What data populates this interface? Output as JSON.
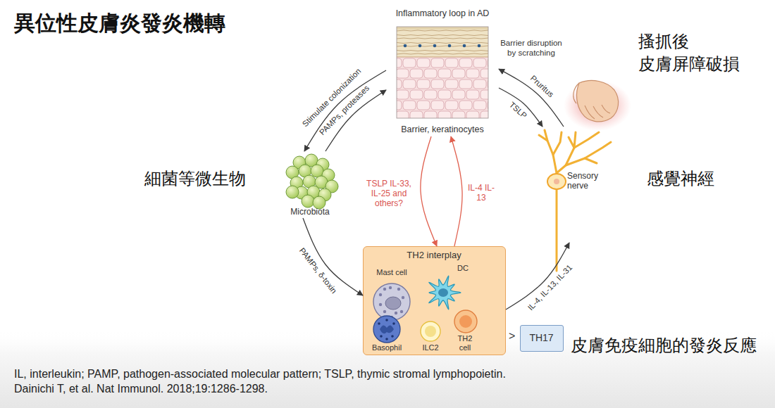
{
  "diagram": {
    "title": "異位性皮膚炎發炎機轉",
    "nodes": [
      {
        "text": [
          "Inflammatory loop in AD",
          "Barrier, keratinocytes"
        ]
      },
      {
        "text": [
          "Microbiota"
        ]
      },
      {
        "text": [
          "Sensory nerve"
        ]
      },
      {
        "text": [
          "TH2 interplay"
        ]
      },
      {
        "text": [
          "Mast cell"
        ],
        "in": 3
      },
      {
        "text": [
          "DC"
        ],
        "in": 3
      },
      {
        "text": [
          "Basophil"
        ],
        "in": 3
      },
      {
        "text": [
          "ILC2"
        ],
        "in": 3
      },
      {
        "text": [
          "TH2 cell"
        ],
        "in": 3
      },
      {
        "text": [
          "TH17"
        ]
      }
    ],
    "edges": [
      {
        "from": 0,
        "to": 1,
        "label": "Stimulate colonization",
        "arrow": "to"
      },
      {
        "from": 1,
        "to": 0,
        "label": "PAMPs, proteases",
        "arrow": "to"
      },
      {
        "from": 2,
        "to": 0,
        "label": "Pruritus",
        "arrow": "to"
      },
      {
        "from": 0,
        "to": 2,
        "label": "TSLP",
        "arrow": "to"
      },
      {
        "from": 0,
        "to": 3,
        "label": "TSLP IL-33, IL-25 and others?",
        "arrow": "to"
      },
      {
        "from": 3,
        "to": 0,
        "label": "IL-4 IL-13",
        "arrow": "to"
      },
      {
        "from": 1,
        "to": 3,
        "label": "PAMPs, δ-toxin",
        "arrow": "to"
      },
      {
        "from": 3,
        "to": 2,
        "label": "IL-4, IL-13, IL-31",
        "arrow": "to"
      }
    ],
    "labels": [
      "Barrier disruption by scratching",
      "搔抓後 皮膚屏障破損",
      "細菌等微生物",
      "感覺神經",
      ">",
      "皮膚免疫細胞的發炎反應",
      "IL, interleukin; PAMP, pathogen-associated molecular pattern; TSLP, thymic stromal lymphopoietin.",
      "Dainichi T, et al. Nat Immunol. 2018;19:1286-1298."
    ]
  }
}
